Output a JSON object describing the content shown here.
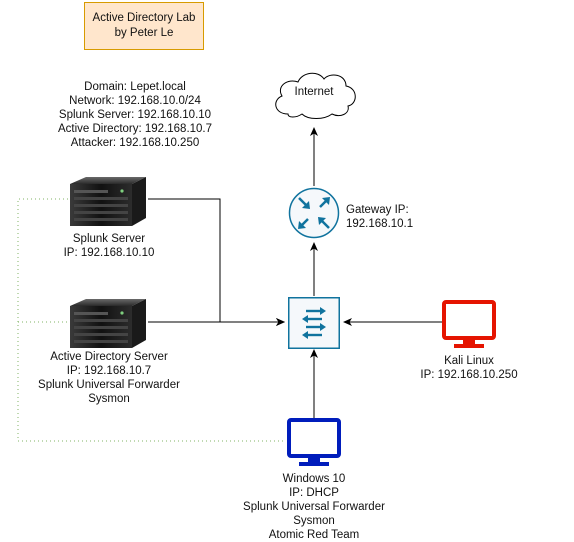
{
  "title": {
    "line1": "Active Directory Lab",
    "line2": "by Peter Le"
  },
  "network_info": [
    "Domain: Lepet.local",
    "Network: 192.168.10.0/24",
    "Splunk Server: 192.168.10.10",
    "Active Directory: 192.168.10.7",
    "Attacker: 192.168.10.250"
  ],
  "internet": {
    "label": "Internet"
  },
  "gateway": {
    "lines": [
      "Gateway IP:",
      "192.168.10.1"
    ]
  },
  "splunk_server": {
    "lines": [
      "Splunk Server",
      "IP: 192.168.10.10"
    ]
  },
  "ad_server": {
    "lines": [
      "Active Directory Server",
      "IP: 192.168.10.7",
      "Splunk Universal Forwarder",
      "Sysmon"
    ]
  },
  "kali": {
    "lines": [
      "Kali Linux",
      "IP: 192.168.10.250"
    ]
  },
  "windows10": {
    "lines": [
      "Windows 10",
      "IP: DHCP",
      "Splunk Universal Forwarder",
      "Sysmon",
      "Atomic Red Team"
    ]
  },
  "colors": {
    "title_fill": "#ffe6cc",
    "title_border": "#d79b00",
    "network_device": "#10739e",
    "network_fill": "#f5f8fb",
    "kali": "#e51400",
    "windows": "#001dbc",
    "dotted_link": "#82b366"
  }
}
